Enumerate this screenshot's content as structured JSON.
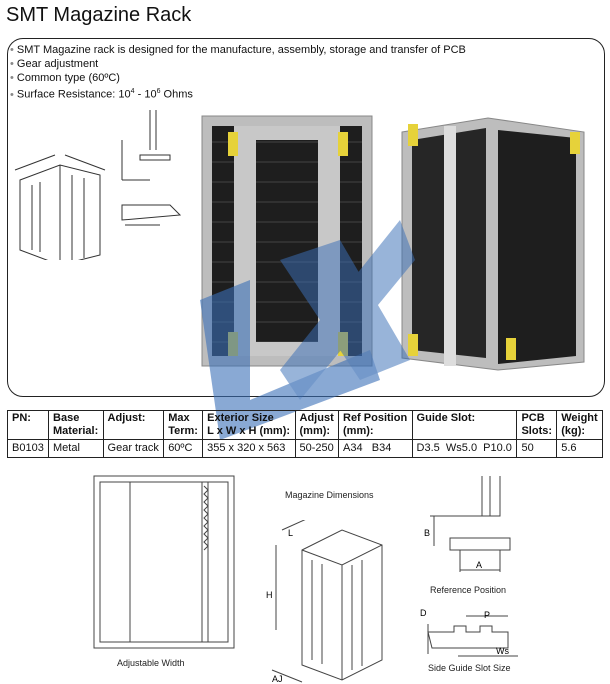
{
  "title": "SMT Magazine Rack",
  "bullets": [
    "SMT Magazine rack is designed for the manufacture, assembly, storage and transfer of PCB",
    "Gear adjustment",
    "Common type (60ºC)"
  ],
  "resistance": {
    "label": "Surface Resistance: 10",
    "exp1": "4",
    "mid": " - 10",
    "exp2": "6",
    "unit": " Ohms"
  },
  "table": {
    "headers": [
      [
        "PN:",
        ""
      ],
      [
        "Base",
        "Material:"
      ],
      [
        "Adjust:",
        ""
      ],
      [
        "Max",
        "Term:"
      ],
      [
        "Exterior Size",
        "L x W x H (mm):"
      ],
      [
        "Adjust",
        "(mm):"
      ],
      [
        "Ref Position",
        "(mm):"
      ],
      [
        "Guide Slot:",
        ""
      ],
      [
        "PCB",
        "Slots:"
      ],
      [
        "Weight",
        "(kg):"
      ]
    ],
    "row": [
      "B0103",
      "Metal",
      "Gear track",
      "60ºC",
      "355 x 320 x 563",
      "50-250",
      "A34   B34",
      "D3.5  Ws5.0  P10.0",
      "50",
      "5.6"
    ]
  },
  "captions": {
    "adjustable_width": "Adjustable Width",
    "magazine_dimensions": "Magazine Dimensions",
    "reference_position": "Reference Position",
    "side_guide": "Side Guide Slot Size"
  },
  "dim_labels": {
    "L": "L",
    "H": "H",
    "AJ": "AJ",
    "B": "B",
    "A": "A",
    "D": "D",
    "P": "P",
    "Ws": "Ws"
  },
  "watermark": "LX",
  "colors": {
    "watermark": "#3b6fb6",
    "frame": "#b8b8b8",
    "slots": "#222222",
    "clip": "#e6d23a"
  }
}
